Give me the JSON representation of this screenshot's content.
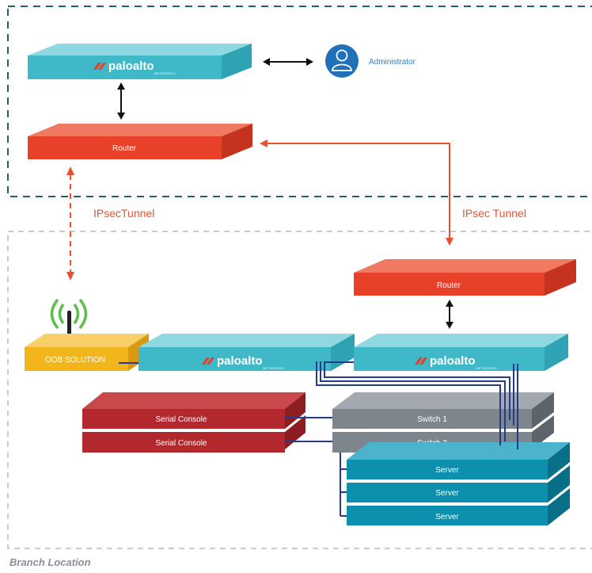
{
  "hq": {
    "firewall_brand": "paloalto",
    "firewall_brand_sub": "NETWORKS",
    "router_label": "Router",
    "admin_label": "Administrator"
  },
  "tunnels": {
    "left_label": "IPsecTunnel",
    "right_label": "IPsec Tunnel"
  },
  "branch": {
    "oob_label": "OOB SOLUTION",
    "router_label": "Router",
    "firewall_brand": "paloalto",
    "firewall_brand_sub": "NETWORKS",
    "serial_consoles": [
      "Serial Console",
      "Serial Console"
    ],
    "switches": [
      "Switch 1",
      "Switch 2"
    ],
    "servers": [
      "Server",
      "Server",
      "Server"
    ],
    "location_label": "Branch Location"
  },
  "colors": {
    "firewall": "#3fb8c8",
    "router": "#e8412a",
    "oob": "#f2b51c",
    "serial": "#b3282d",
    "switch": "#7e868d",
    "server": "#0d8fae",
    "tunnel_accent": "#e8512d",
    "hq_border": "#1f5f6b",
    "wifi": "#5cbf4a"
  }
}
